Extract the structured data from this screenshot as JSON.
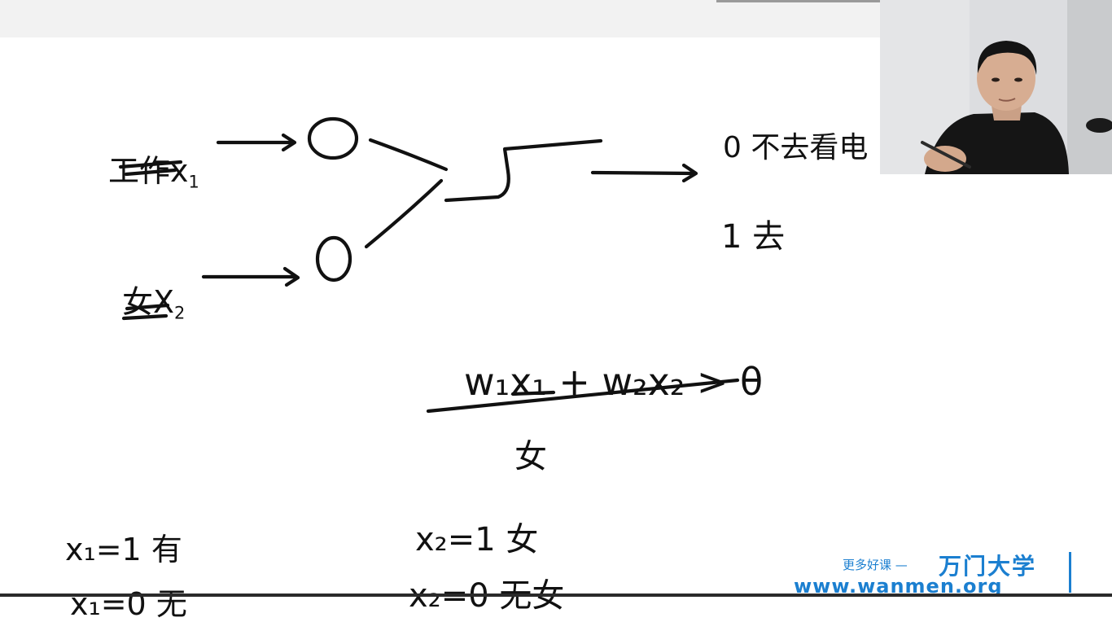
{
  "whiteboard": {
    "inputs": {
      "x1_label": "工作x",
      "x1_sub": "1",
      "x2_label": "女X",
      "x2_sub": "2"
    },
    "outputs": {
      "zero_label": "0 不去看电",
      "one_label": "1 去"
    },
    "formula": {
      "expression": "w₁x₁ + w₂x₂ > θ",
      "under_label": "女"
    },
    "definitions": {
      "x1_eq_1": "x₁=1 有",
      "x1_eq_0": "x₁=0 无",
      "x2_eq_1": "x₂=1 女",
      "x2_eq_0": "x₂=0 无女"
    }
  },
  "branding": {
    "slogan": "更多好课 —",
    "brand": "万门大学",
    "url": "www.wanmen.org"
  },
  "colors": {
    "ink": "#111111",
    "brand_blue": "#1b7fd0",
    "background": "#ffffff"
  }
}
